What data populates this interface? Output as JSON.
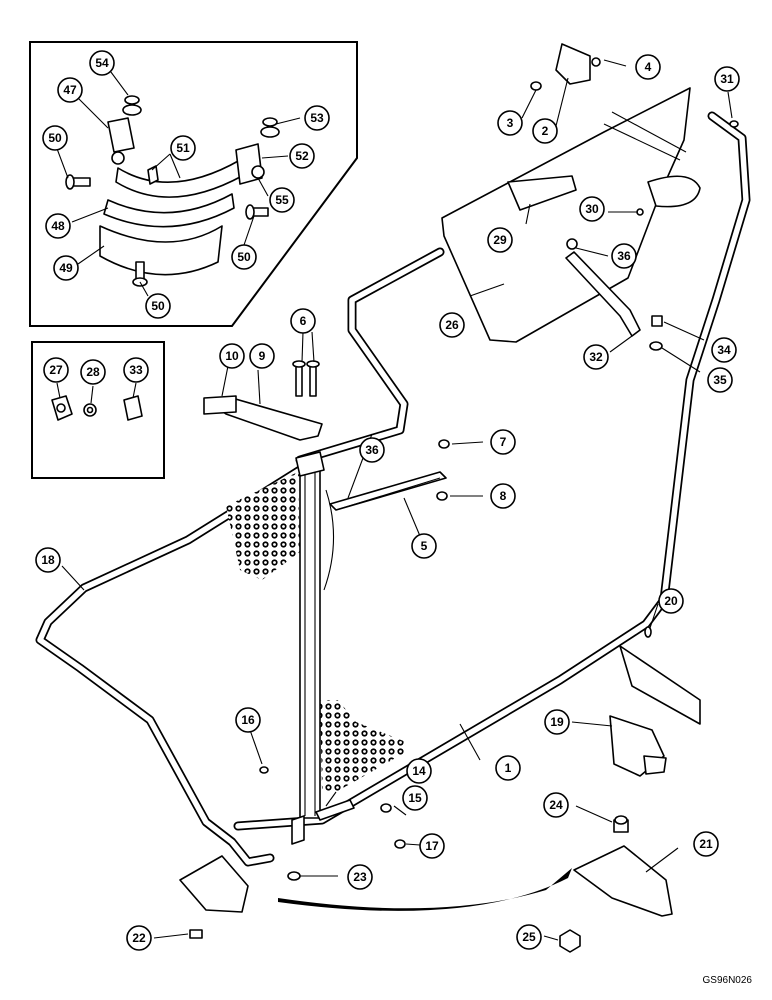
{
  "figure_code": "GS96N026",
  "callouts": [
    "1",
    "2",
    "3",
    "4",
    "5",
    "6",
    "7",
    "8",
    "9",
    "10",
    "14",
    "15",
    "16",
    "17",
    "18",
    "19",
    "20",
    "21",
    "22",
    "23",
    "24",
    "25",
    "26",
    "27",
    "28",
    "29",
    "30",
    "31",
    "32",
    "33",
    "34",
    "35",
    "36",
    "36",
    "47",
    "48",
    "49",
    "50",
    "50",
    "50",
    "51",
    "52",
    "53",
    "54",
    "55"
  ]
}
